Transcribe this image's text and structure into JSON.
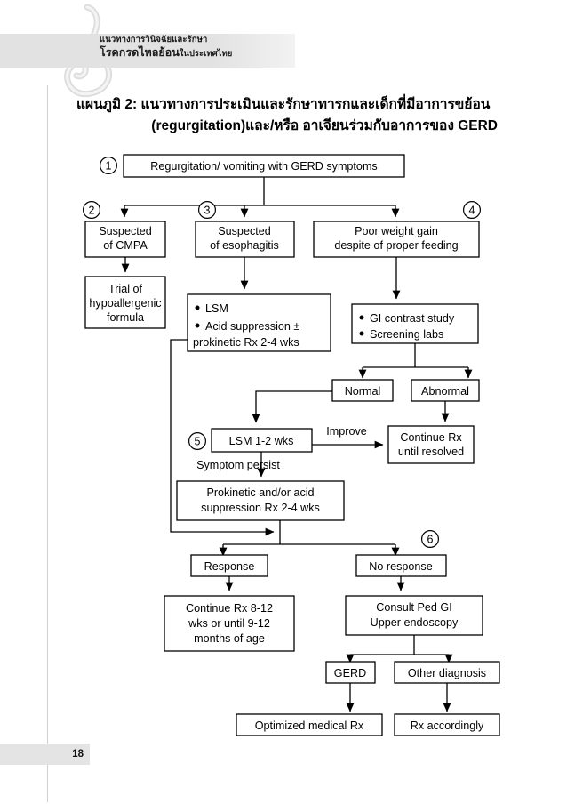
{
  "header": {
    "line1": "แนวทางการวินิจฉัยและรักษา",
    "line2_bold": "โรคกรดไหลย้อน",
    "line2_thin": "ในประเทศไทย",
    "logo_icon": "stomach-icon"
  },
  "title": {
    "line1": "แผนภูมิ 2: แนวทางการประเมินและรักษาทารกและเด็กที่มีอาการขย้อน",
    "line2": "(regurgitation)และ/หรือ อาเจียนร่วมกับอาการของ GERD"
  },
  "footer": {
    "page_number": "18"
  },
  "flow": {
    "markers": {
      "m1": "1",
      "m2": "2",
      "m3": "3",
      "m4": "4",
      "m5": "5",
      "m6": "6"
    },
    "nodes": {
      "start": "Regurgitation/ vomiting with GERD symptoms",
      "cmpa_l1": "Suspected",
      "cmpa_l2": "of CMPA",
      "esoph_l1": "Suspected",
      "esoph_l2": "of esophagitis",
      "weight_l1": "Poor weight gain",
      "weight_l2": "despite of proper feeding",
      "trial_l1": "Trial of",
      "trial_l2": "hypoallergenic",
      "trial_l3": "formula",
      "lsm_b1": "LSM",
      "lsm_b2": "Acid suppression ±",
      "lsm_b2b": "prokinetic Rx 2-4 wks",
      "gi_b1": "GI contrast study",
      "gi_b2": "Screening labs",
      "normal": "Normal",
      "abnormal": "Abnormal",
      "lsm12": "LSM 1-2 wks",
      "continue_l1": "Continue Rx",
      "continue_l2": "until resolved",
      "prokinetic_l1": "Prokinetic and/or acid",
      "prokinetic_l2": "suppression Rx 2-4 wks",
      "response": "Response",
      "no_response": "No response",
      "cont812_l1": "Continue Rx 8-12",
      "cont812_l2": "wks or until 9-12",
      "cont812_l3": "months of age",
      "consult_l1": "Consult Ped GI",
      "consult_l2": "Upper endoscopy",
      "gerd": "GERD",
      "other_dx": "Other diagnosis",
      "optimized": "Optimized medical Rx",
      "rx_accord": "Rx accordingly"
    },
    "edge_labels": {
      "improve": "Improve",
      "symptom_persist": "Symptom  persist"
    }
  }
}
